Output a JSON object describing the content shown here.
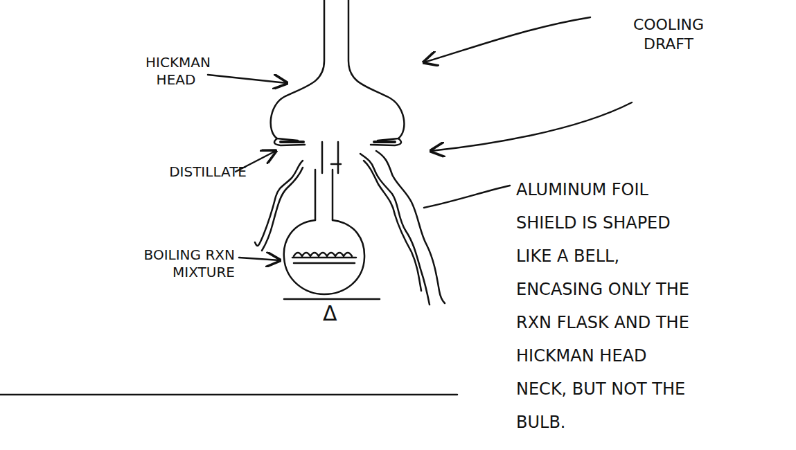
{
  "diagram": {
    "labels": [
      "HICKMAN HEAD",
      "COOLING DRAFT",
      "DISTILLATE",
      "ALUMINUM FOIL SHIELD IS SHAPED LIKE A BELL, ENCASING ONLY THE RXN FLASK AND THE HICKMAN HEAD NECK, BUT NOT THE BULB.",
      "BOILING RXN MIXTURE",
      "Δ"
    ]
  }
}
